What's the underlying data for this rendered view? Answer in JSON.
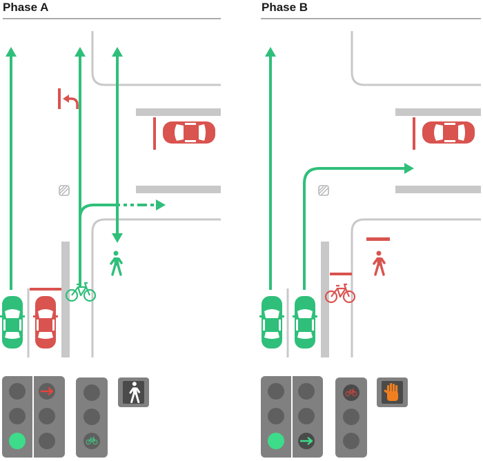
{
  "phase_a": {
    "title": "Phase A"
  },
  "phase_b": {
    "title": "Phase B"
  },
  "colors": {
    "go": "#2fbf7a",
    "stop": "#d9534f",
    "road": "#c8c8c8",
    "signal_housing": "#808080",
    "signal_off": "#5f5f5f",
    "signal_on": "#3ddc8a",
    "pedestrian_stop_bg": "#f07f1f"
  },
  "signals": {
    "phase_a": {
      "vehicle_main": "green",
      "vehicle_right_turn_arrow": "red",
      "bicycle": "green",
      "pedestrian": "walk"
    },
    "phase_b": {
      "vehicle_main": "green",
      "vehicle_right_turn_arrow": "green",
      "bicycle": "red",
      "pedestrian": "stop-hand"
    }
  }
}
